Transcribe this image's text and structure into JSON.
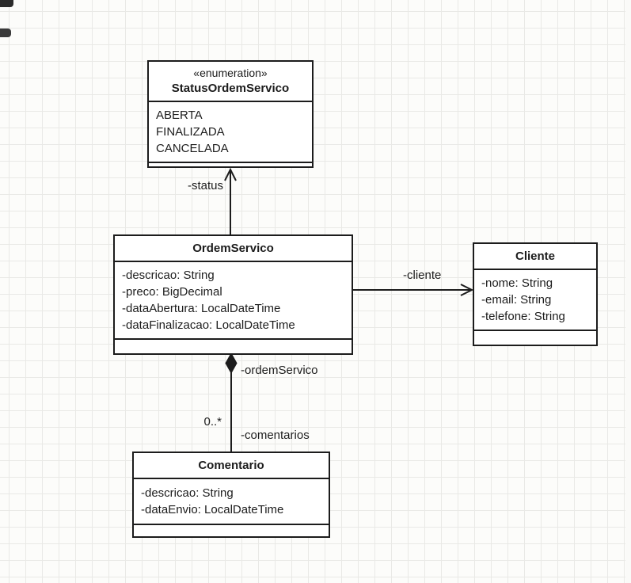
{
  "diagram": {
    "classes": {
      "statusOrdemServico": {
        "stereotype": "«enumeration»",
        "name": "StatusOrdemServico",
        "values": [
          "ABERTA",
          "FINALIZADA",
          "CANCELADA"
        ]
      },
      "ordemServico": {
        "name": "OrdemServico",
        "attributes": [
          "-descricao: String",
          "-preco: BigDecimal",
          "-dataAbertura: LocalDateTime",
          "-dataFinalizacao: LocalDateTime"
        ]
      },
      "cliente": {
        "name": "Cliente",
        "attributes": [
          "-nome: String",
          "-email: String",
          "-telefone: String"
        ]
      },
      "comentario": {
        "name": "Comentario",
        "attributes": [
          "-descricao: String",
          "-dataEnvio: LocalDateTime"
        ]
      }
    },
    "relationships": {
      "status_label": "-status",
      "cliente_label": "-cliente",
      "ordem_servico_label": "-ordemServico",
      "comentarios_multiplicity": "0..*",
      "comentarios_label": "-comentarios"
    },
    "colors": {
      "box_border": "#1c1c1c",
      "box_fill": "#ffffff",
      "grid_line": "#e9e9e6",
      "canvas_bg": "#fcfcfa"
    }
  }
}
